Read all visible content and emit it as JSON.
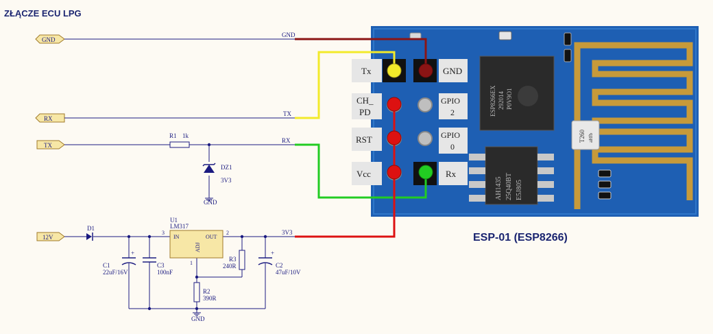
{
  "header": {
    "title": "ZŁĄCZE ECU LPG"
  },
  "connectors": {
    "gnd": "GND",
    "rx": "RX",
    "tx": "TX",
    "v12": "12V"
  },
  "nets": {
    "gnd": "GND",
    "tx": "TX",
    "rx": "RX",
    "v3v3": "3V3",
    "gnd_dz": "GND",
    "gnd_bottom": "GND"
  },
  "components": {
    "r1": {
      "ref": "R1",
      "value": "1k"
    },
    "dz1": {
      "ref": "DZ1",
      "value": "3V3"
    },
    "d1": {
      "ref": "D1"
    },
    "u1": {
      "ref": "U1",
      "value": "LM317",
      "pin_in": "IN",
      "pin_out": "OUT",
      "pin_adj": "ADJ",
      "pin3": "3",
      "pin2": "2",
      "pin1": "1"
    },
    "c1": {
      "ref": "C1",
      "value": "22uF/16V"
    },
    "c3": {
      "ref": "C3",
      "value": "100nF"
    },
    "r3": {
      "ref": "R3",
      "value": "240R"
    },
    "c2": {
      "ref": "C2",
      "value": "47uF/10V"
    },
    "r2": {
      "ref": "R2",
      "value": "390R"
    },
    "plus": "+"
  },
  "module": {
    "caption": "ESP-01 (ESP8266)",
    "pins": {
      "tx": "Tx",
      "ch_pd_1": "CH_",
      "ch_pd_2": "PD",
      "rst": "RST",
      "vcc": "Vcc",
      "gnd": "GND",
      "gpio2_1": "GPIO",
      "gpio2_2": "2",
      "gpio0_1": "GPIO",
      "gpio0_2": "0",
      "rx": "Rx"
    },
    "chip1": [
      "ESP8266EX",
      "292014",
      "P0V9O1"
    ],
    "chip2": [
      "AH1435",
      "25Q40BT",
      "E5J805"
    ],
    "crystal": [
      "T260",
      "aHfb"
    ]
  },
  "colors": {
    "schematic": "#1a1a80",
    "gnd_wire": "#8b1414",
    "tx_wire": "#f2ea2a",
    "rx_wire": "#22cc22",
    "v3v3_wire": "#dd1111",
    "pcb": "#1e5fb3",
    "title": "#1a2470",
    "connector_fill": "#f7e7a6",
    "connector_stroke": "#a07a2a"
  }
}
